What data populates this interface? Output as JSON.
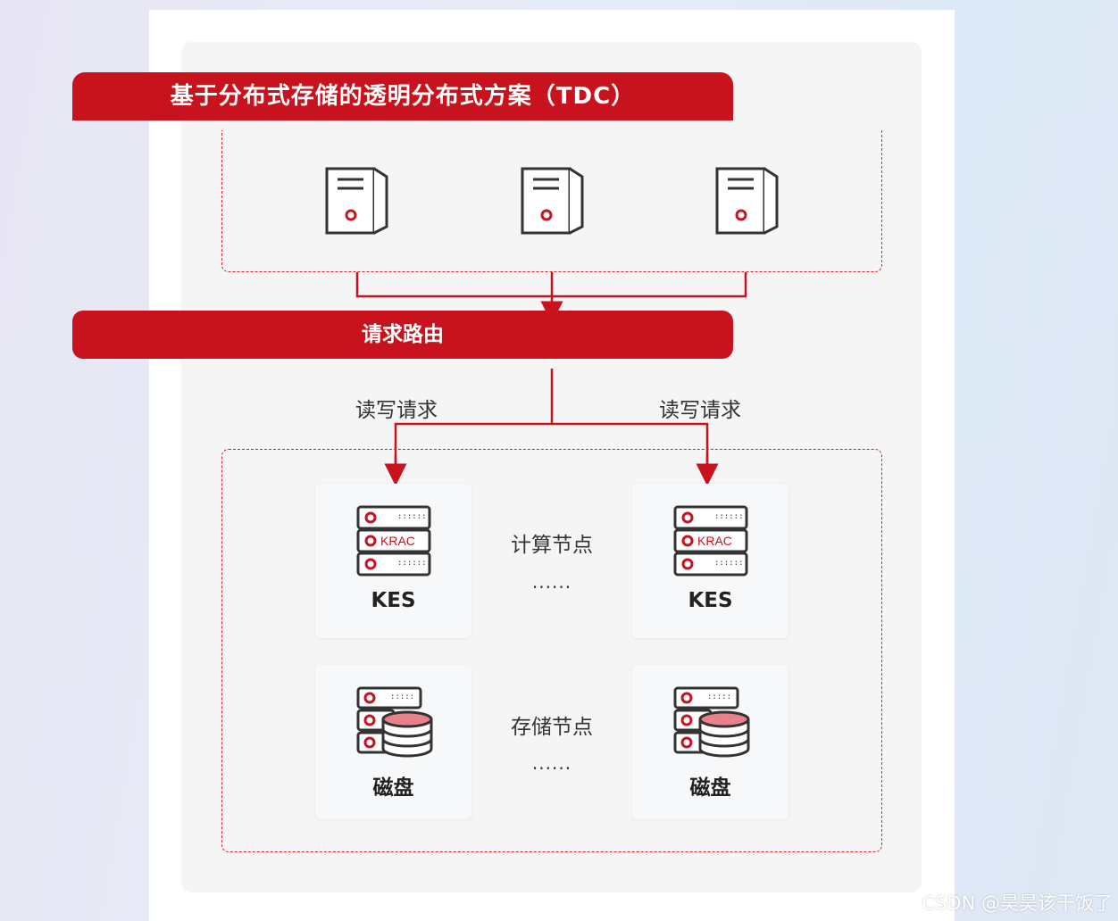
{
  "diagram": {
    "title": "基于分布式存储的透明分布式方案（TDC）",
    "route_label": "请求路由",
    "rw_left": "读写请求",
    "rw_right": "读写请求",
    "compute_label": "计算节点",
    "compute_ellipsis": "......",
    "storage_label": "存储节点",
    "storage_ellipsis": "......",
    "compute_nodes": [
      {
        "caption": "KES",
        "badge": "KRAC"
      },
      {
        "caption": "KES",
        "badge": "KRAC"
      }
    ],
    "storage_nodes": [
      {
        "caption": "磁盘"
      },
      {
        "caption": "磁盘"
      }
    ]
  },
  "colors": {
    "accent": "#c8121d",
    "dashed": "#d8212b",
    "disk": "#e8828a"
  },
  "watermark": "CSDN @昊昊该干饭了"
}
